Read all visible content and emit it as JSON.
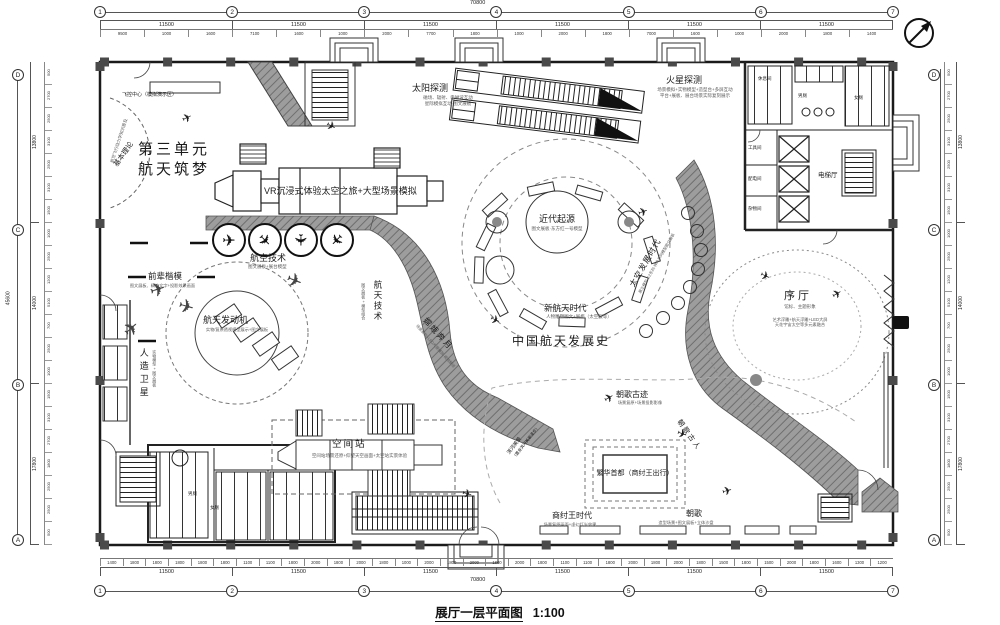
{
  "drawing": {
    "title": "展厅一层平面图",
    "scale": "1:100"
  },
  "icons": {
    "plane": "✈",
    "north": "N"
  },
  "axes": {
    "overall_width": "70800",
    "overall_height": "45600",
    "top_bubbles": [
      "1",
      "2",
      "3",
      "4",
      "5",
      "6",
      "7"
    ],
    "bottom_bubbles": [
      "1",
      "2",
      "3",
      "4",
      "5",
      "6",
      "7"
    ],
    "left_bubbles": [
      "D",
      "C",
      "B",
      "A"
    ],
    "right_bubbles": [
      "D",
      "C",
      "B",
      "A"
    ],
    "top_spans": [
      "11500",
      "11500",
      "11500",
      "11500",
      "11500",
      "11500"
    ],
    "bottom_spans": [
      "11500",
      "11500",
      "11500",
      "11500",
      "11500",
      "11500"
    ],
    "left_spans": [
      "13800",
      "14000",
      "17800"
    ],
    "right_spans": [
      "13800",
      "14000",
      "17800"
    ],
    "top_fine": [
      "9500",
      "1000",
      "1600",
      "7100",
      "1600",
      "1000",
      "2000",
      "7700",
      "1800",
      "1000",
      "2000",
      "1800",
      "7000",
      "1600",
      "1000",
      "2000",
      "1800",
      "1400"
    ],
    "bottom_fine": [
      "1400",
      "1800",
      "1800",
      "1800",
      "1800",
      "1800",
      "1100",
      "1100",
      "1800",
      "2000",
      "1800",
      "2000",
      "1800",
      "1000",
      "2000",
      "1800",
      "2000",
      "1800",
      "2000",
      "1800",
      "1100",
      "1100",
      "1800",
      "2000",
      "1800",
      "2000",
      "1800",
      "1500",
      "1800",
      "1500",
      "2000",
      "1800",
      "1600",
      "1300",
      "1200"
    ],
    "left_fine": [
      "500",
      "2700",
      "2500",
      "3100",
      "2500",
      "3100",
      "1500",
      "1000",
      "2500",
      "1200",
      "5100",
      "700",
      "2500",
      "1000",
      "1500",
      "3100",
      "2700",
      "1800",
      "2500",
      "2500",
      "500"
    ],
    "right_fine": [
      "500",
      "2700",
      "2500",
      "3100",
      "2500",
      "3100",
      "1500",
      "1000",
      "2500",
      "1200",
      "5100",
      "700",
      "2500",
      "1000",
      "1500",
      "3100",
      "2700",
      "1800",
      "2500",
      "2500",
      "500"
    ]
  },
  "zones": {
    "fly_control": "飞控中心（模拟演示区）",
    "unit3_line1": "第三单元",
    "unit3_line2": "航天筑梦",
    "basic_theory": "基本理论",
    "basic_theory_sub": "航空飞行动力学知识普及",
    "vr": "VR沉浸式体验太空之旅+大型场景模拟",
    "sun": "太阳探测",
    "sun_sub1": "磁场、辐射、电磁波互动",
    "sun_sub2": "星际模拟互动·图文展板",
    "mars": "火星探测",
    "mars_sub1": "场景模拟+实物模型+造型台+多屏互动",
    "mars_sub2": "平台+展板、展台场景实际复刻展示",
    "modern": "近代起源",
    "modern_sub": "图文展板·东方红一号模型",
    "new_era": "新航天时代",
    "new_era_sub": "人物雕塑图文+展柜（太空服等）",
    "space_dev": "太空发展时代",
    "space_dev_sub": "展立模型·CZ系列·神舟系列模型图文展板",
    "history": "中国航天发展史",
    "change_moon": "嫦娥奔月",
    "change_moon_sub": "场景模拟+LED大屏播放·视频解说",
    "aviation": "航空技术",
    "aviation_sub": "图文展板+展台模型",
    "pioneers": "前辈楷模",
    "pioneers_sub": "图文展板、精神文字+投影效果画面",
    "engine": "航天发动机",
    "engine_sub": "实物/复原透视模型展示+图文展板",
    "space_tech": "航天技术",
    "space_tech_sub": "图文展板+模型组合",
    "satellite": "人造卫星",
    "satellite_sub": "实物模型+图文展板",
    "station": "空间站",
    "station_sub": "空间站场景还原+仰望天空画面+太空站实景体验",
    "lobby": "序厅",
    "lobby_sub1": "馆标、主题形象",
    "lobby_sub2": "艺术浮雕+航天浮雕+LED大屏",
    "lobby_sub3": "天花宇宙太空等多元素融合",
    "zhaoge_relics": "朝歌古迹",
    "zhaoge_relics_sub": "场景复原+场景投影影像",
    "capital": "繁华首都（商纣王出行）",
    "shang_era": "商纣王时代",
    "shang_era_sub": "场景复原画面+虚幻灯光效果",
    "zhaoge": "朝歌",
    "zhaoge_sub": "造型场景+图文展板+立体沙盘",
    "zhaoge_ancients": "朝歌古人",
    "qihe_line1": "淇河美景",
    "qihe_line2": "（置身淇河美景漫步）",
    "elevator_hall": "电梯厅",
    "rest_room": "休息间",
    "tool_room": "工具间",
    "power_room": "配电间",
    "sundry_room": "杂物间",
    "male_wc_tr": "男厕",
    "female_wc_tr": "女厕",
    "male_wc_bl": "男厕",
    "female_wc_bl": "女厕"
  }
}
